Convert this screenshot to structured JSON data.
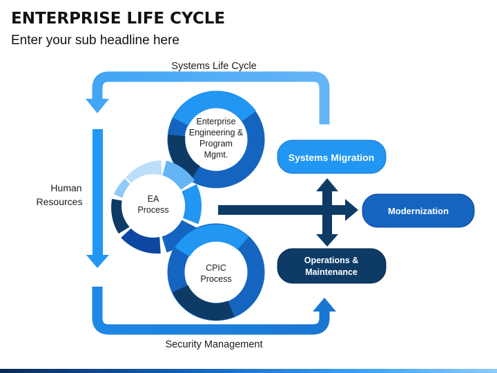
{
  "header": {
    "title": "ENTERPRISE LIFE CYCLE",
    "subtitle": "Enter your sub headline here"
  },
  "diagram": {
    "labels": {
      "systems_life_cycle": "Systems Life Cycle",
      "security_management": "Security Management",
      "human_resources_line1": "Human",
      "human_resources_line2": "Resources"
    },
    "cycles": {
      "enterprise_eng_line1": "Enterprise",
      "enterprise_eng_line2": "Engineering &",
      "enterprise_eng_line3": "Program",
      "enterprise_eng_line4": "Mgmt.",
      "ea_line1": "EA",
      "ea_line2": "Process",
      "cpic_line1": "CPIC",
      "cpic_line2": "Process"
    },
    "boxes": {
      "systems_migration": "Systems Migration",
      "modernization": "Modernization",
      "operations_line1": "Operations &",
      "operations_line2": "Maintenance"
    }
  },
  "colors": {
    "dark_navy": "#0d3b66",
    "mid_blue": "#1565c0",
    "bright_blue": "#2196f3",
    "light_blue": "#64b5f6",
    "pale_blue": "#bbdefb"
  }
}
